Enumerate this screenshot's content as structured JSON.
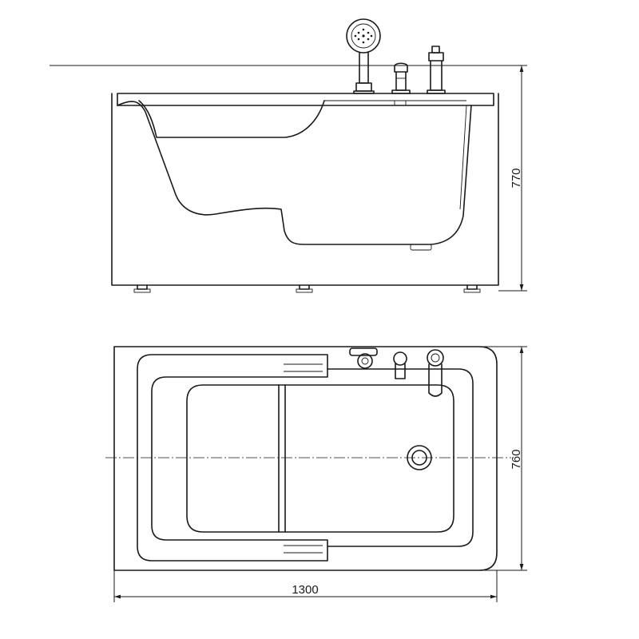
{
  "dimensions": {
    "height": "770",
    "width": "760",
    "length": "1300"
  }
}
